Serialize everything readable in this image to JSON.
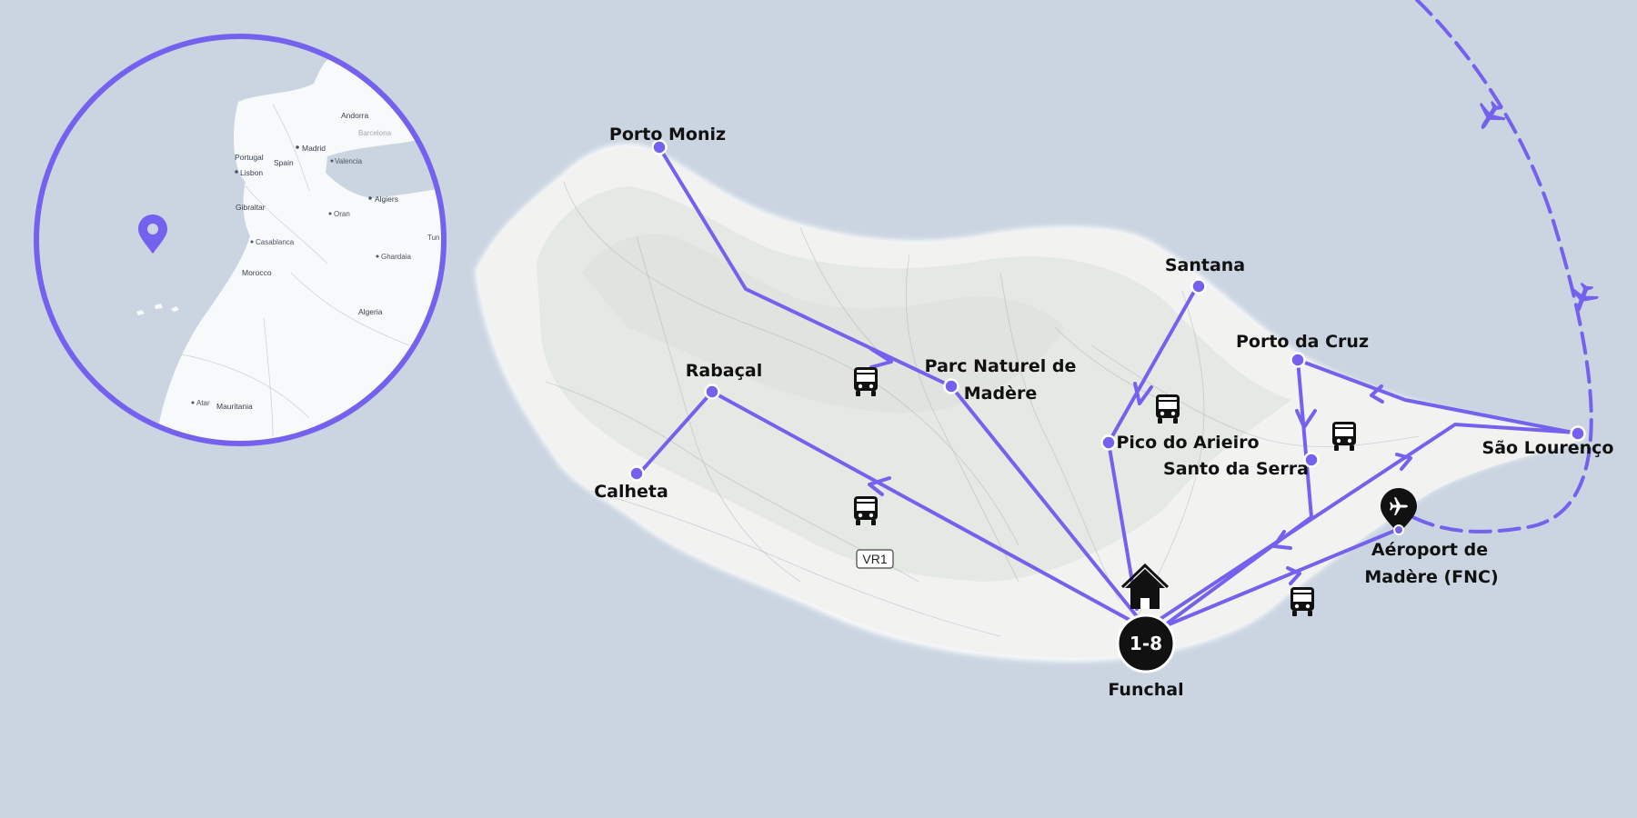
{
  "map": {
    "colors": {
      "sea": "#cbd5e1",
      "land": "#f3f4f6",
      "relief": "#e3e6e0",
      "route": "#7461ee",
      "marker": "#111111"
    },
    "places": [
      {
        "id": "porto-moniz",
        "name": "Porto Moniz"
      },
      {
        "id": "santana",
        "name": "Santana"
      },
      {
        "id": "porto-da-cruz",
        "name": "Porto da Cruz"
      },
      {
        "id": "rabacal",
        "name": "Rabaçal"
      },
      {
        "id": "parc-naturel",
        "name_line1": "Parc Naturel de",
        "name_line2": "Madère"
      },
      {
        "id": "pico-do-arieiro",
        "name": "Pico do Arieiro"
      },
      {
        "id": "santo-da-serra",
        "name": "Santo da Serra"
      },
      {
        "id": "sao-lourenco",
        "name": "São Lourenço"
      },
      {
        "id": "calheta",
        "name": "Calheta"
      },
      {
        "id": "airport",
        "name_line1": "Aéroport de",
        "name_line2": "Madère (FNC)"
      },
      {
        "id": "funchal",
        "name": "Funchal"
      }
    ],
    "base": {
      "city": "Funchal",
      "days": "1-8"
    },
    "road_sign": "VR1",
    "icons": {
      "base": "home-icon",
      "airport": "airplane-pin-icon",
      "transport": "bus-icon",
      "flight": "airplane-icon",
      "inset_pin": "location-pin-icon"
    }
  },
  "inset": {
    "labels": [
      "Andorra",
      "Portugal",
      "Madrid",
      "Spain",
      "Valencia",
      "Lisbon",
      "Gibraltar",
      "Algiers",
      "Oran",
      "Casablanca",
      "Ghardaia",
      "Morocco",
      "Algeria",
      "Atar",
      "Mauritania",
      "Tun"
    ],
    "faint_label": "Barcelona"
  }
}
